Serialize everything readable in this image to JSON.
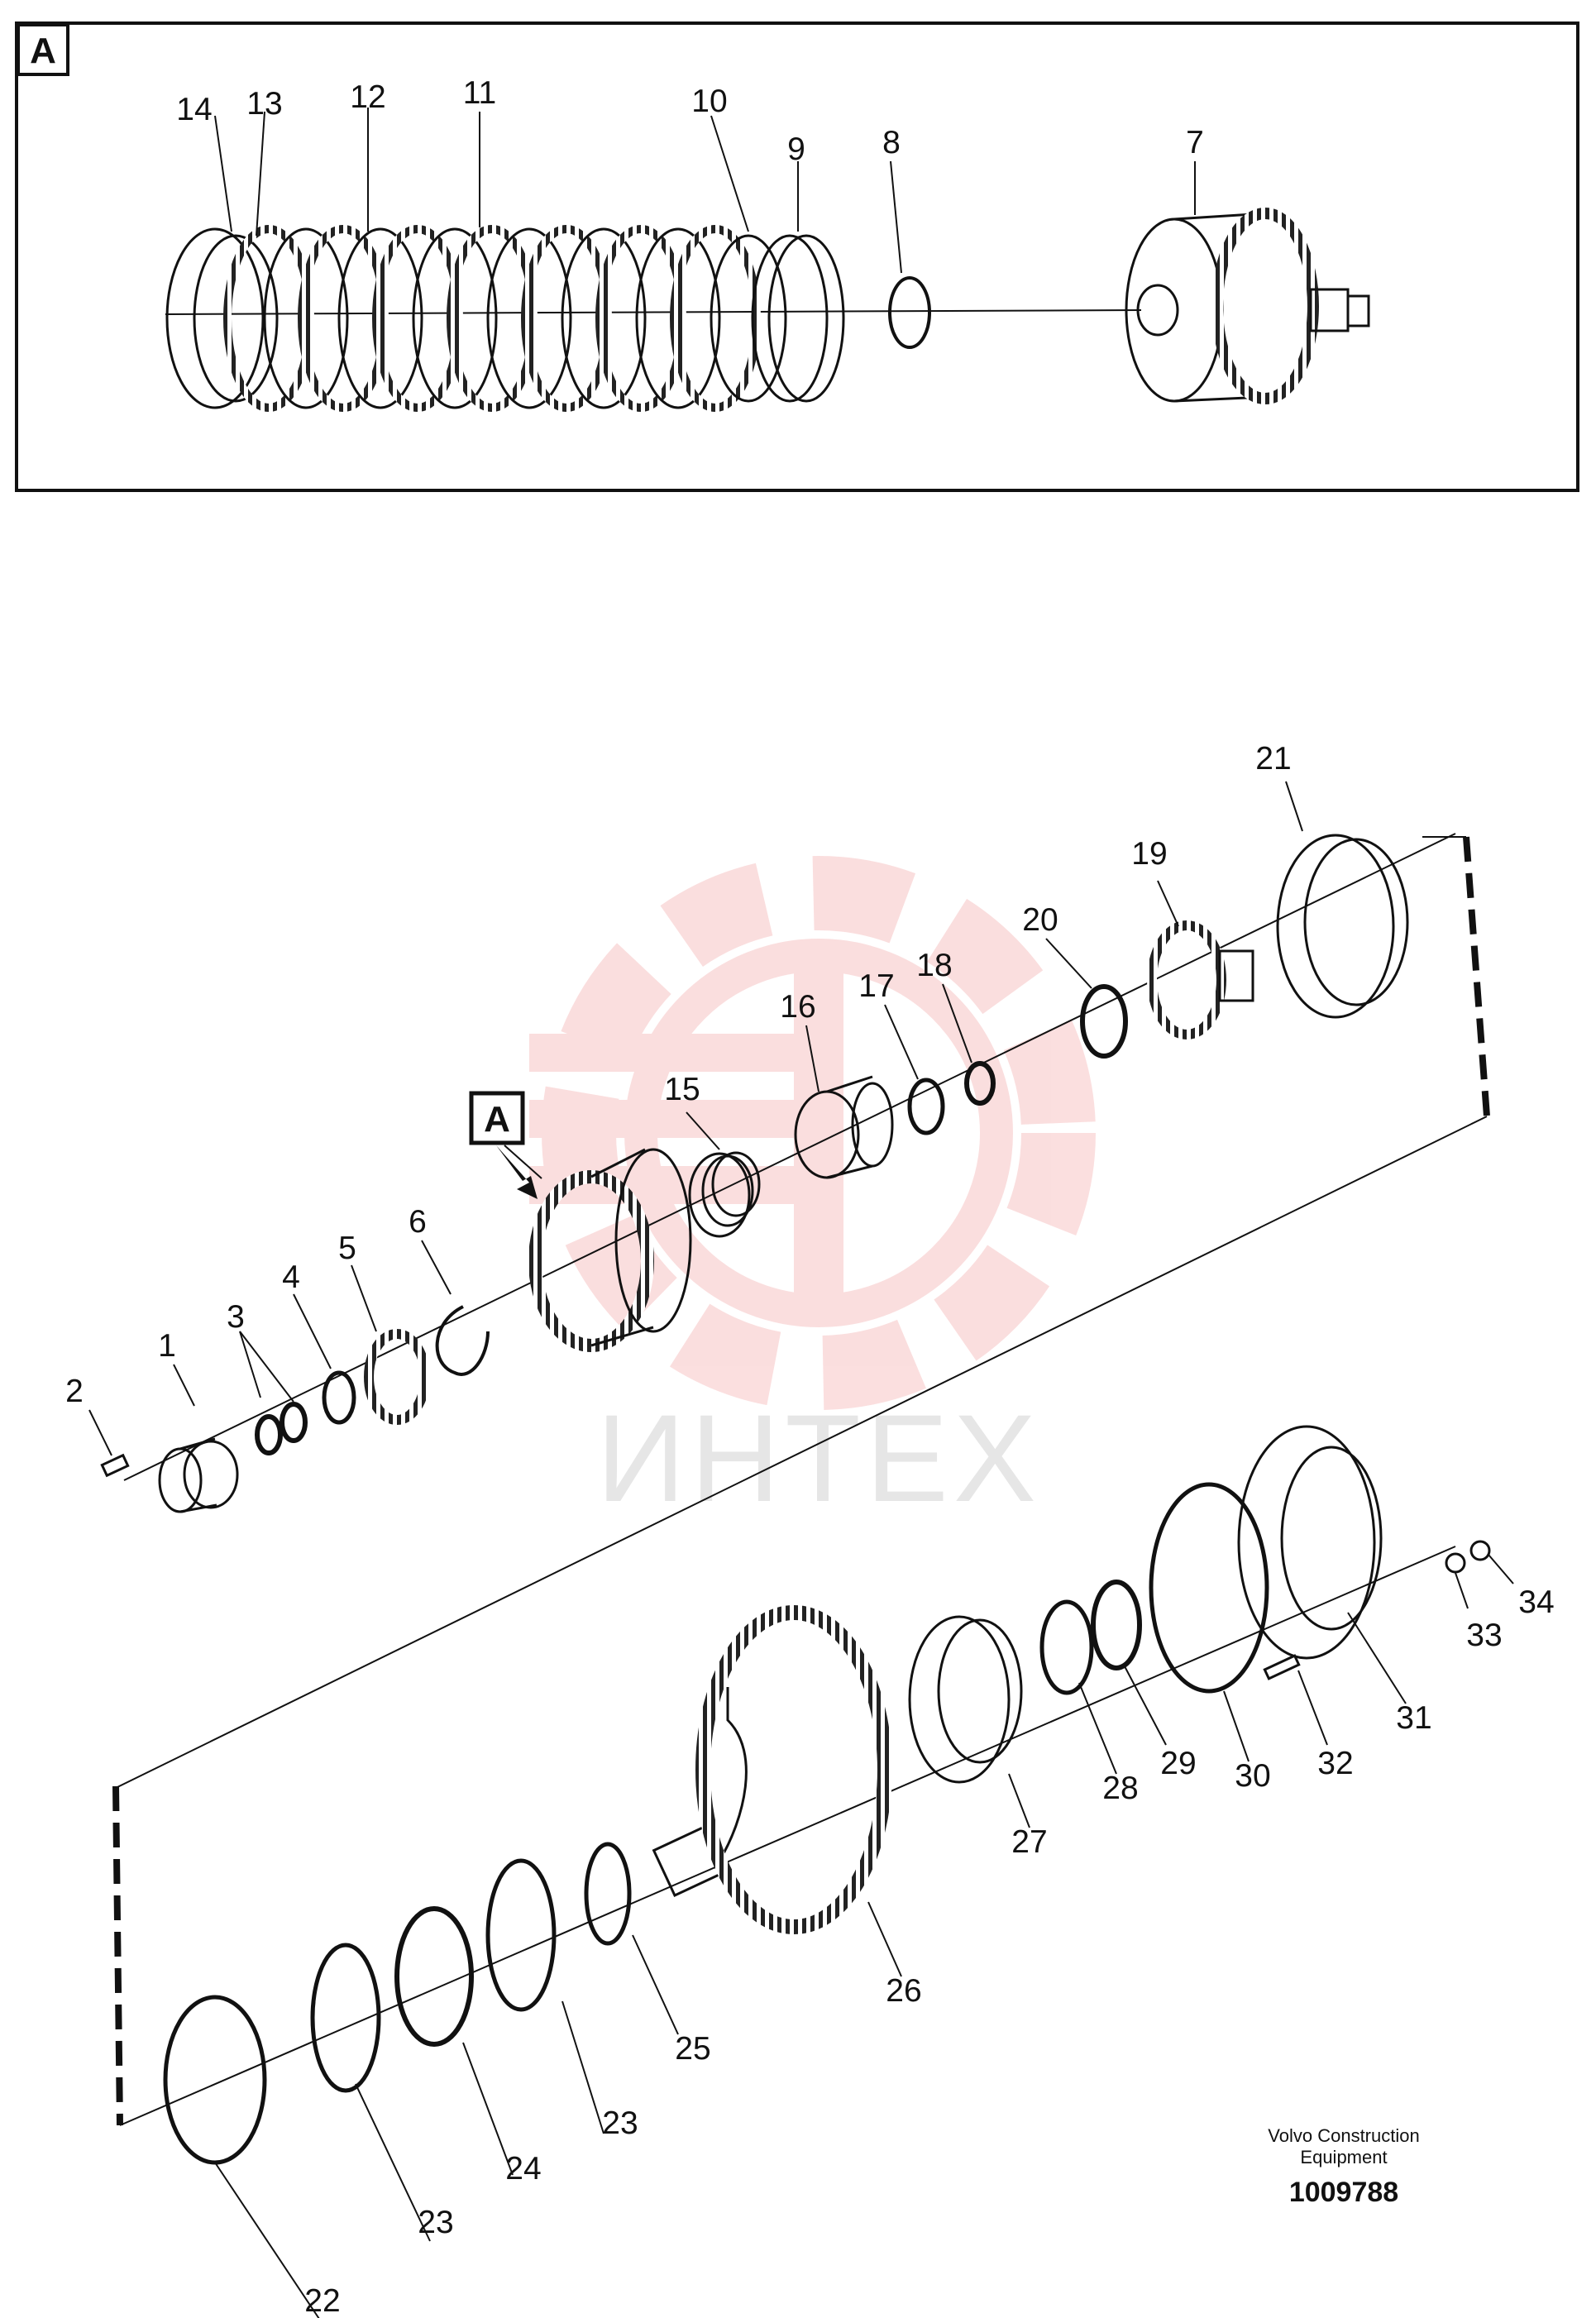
{
  "watermark": {
    "text": "ИНТЕХ",
    "color": "#f29b9b"
  },
  "detail_marker": "A",
  "callouts": [
    "2",
    "1",
    "3",
    "4",
    "5",
    "6",
    "A",
    "15",
    "16",
    "17",
    "18",
    "20",
    "19",
    "21",
    "14",
    "13",
    "12",
    "11",
    "10",
    "9",
    "8",
    "7",
    "22",
    "23",
    "24",
    "23",
    "25",
    "26",
    "27",
    "28",
    "29",
    "30",
    "32",
    "31",
    "33",
    "34"
  ],
  "footer": {
    "brand_line1": "Volvo Construction",
    "brand_line2": "Equipment",
    "drawing_number": "1009788"
  }
}
